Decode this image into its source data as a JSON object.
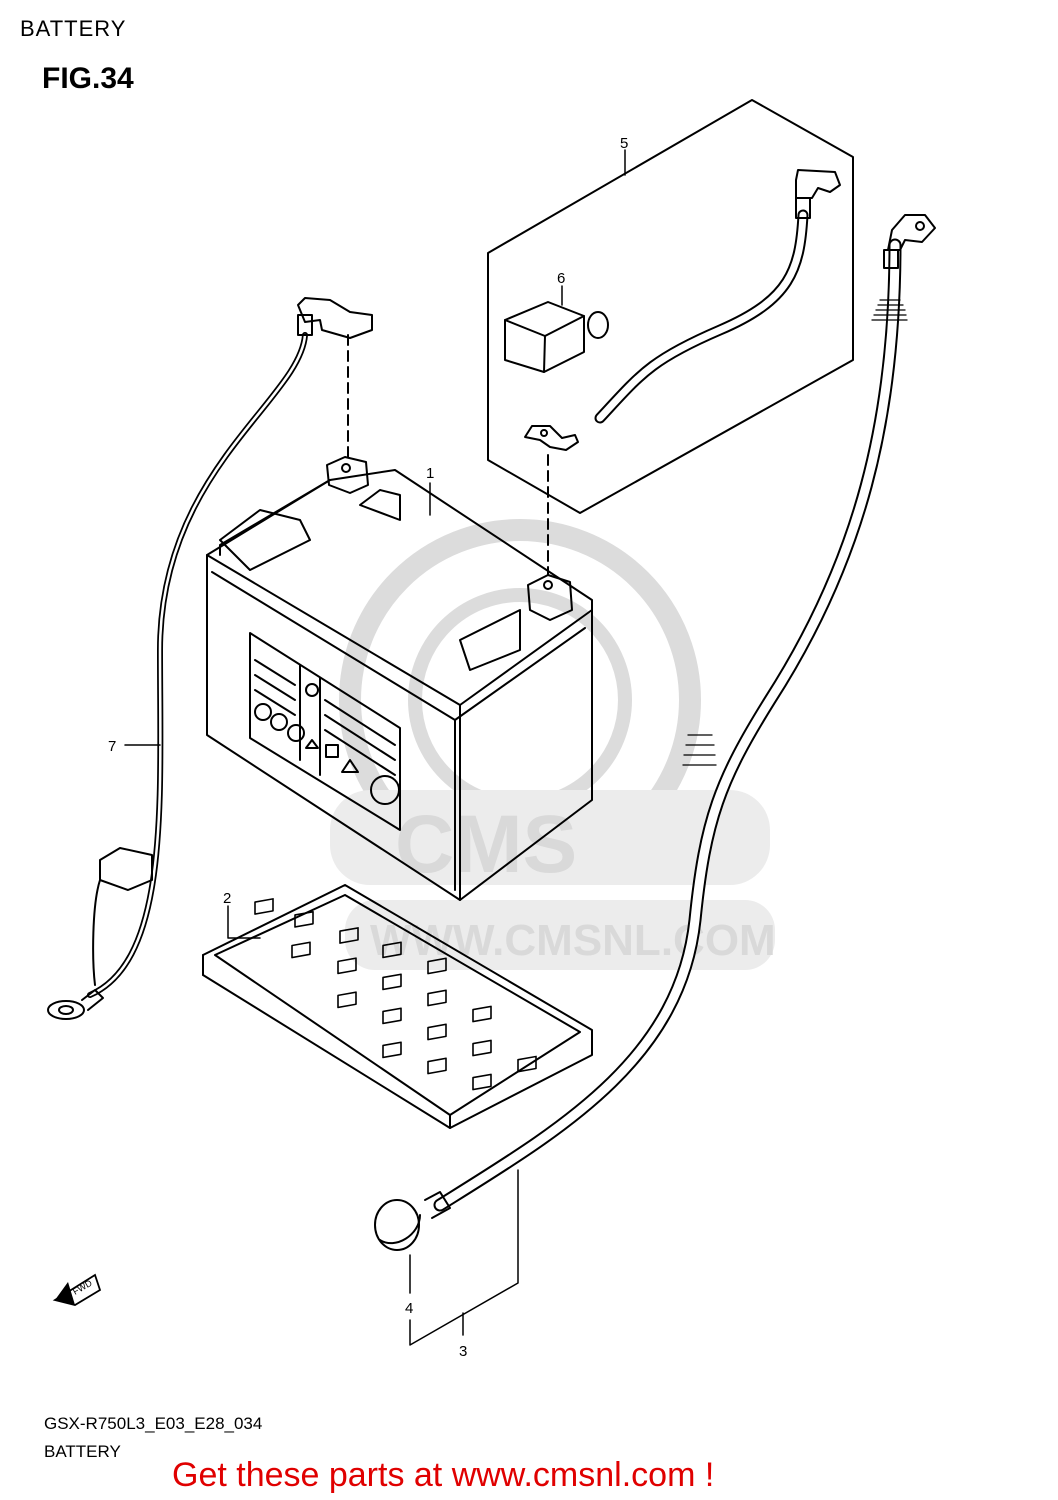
{
  "header": {
    "section": "BATTERY",
    "figure": "FIG.34"
  },
  "footer": {
    "model_code": "GSX-R750L3_E03_E28_034",
    "caption": "BATTERY",
    "promo": "Get these parts at www.cmsnl.com !"
  },
  "watermark": {
    "brand": "CMS",
    "url": "WWW.CMSNL.COM"
  },
  "fwd_arrow_label": "FWD",
  "callouts": [
    {
      "id": "1",
      "label": "1"
    },
    {
      "id": "2",
      "label": "2"
    },
    {
      "id": "3",
      "label": "3"
    },
    {
      "id": "4",
      "label": "4"
    },
    {
      "id": "5",
      "label": "5"
    },
    {
      "id": "6",
      "label": "6"
    },
    {
      "id": "7",
      "label": "7"
    }
  ],
  "colors": {
    "line": "#000000",
    "promo": "#e00000",
    "watermark": "#e6e6e6"
  }
}
